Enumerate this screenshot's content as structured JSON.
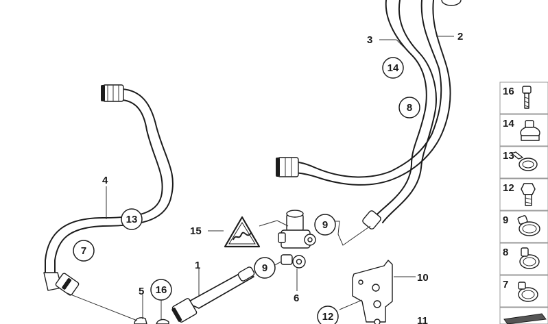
{
  "callouts": {
    "c1": "1",
    "c2": "2",
    "c3": "3",
    "c4": "4",
    "c5": "5",
    "c6": "6",
    "c7": "7",
    "c8": "8",
    "c9a": "9",
    "c9b": "9",
    "c10": "10",
    "c11": "11",
    "c12": "12",
    "c13": "13",
    "c14": "14",
    "c15": "15",
    "c16": "16"
  },
  "legend": [
    {
      "label": "16",
      "icon": "bolt-icon"
    },
    {
      "label": "14",
      "icon": "hose-clamp-icon"
    },
    {
      "label": "13",
      "icon": "hose-clamp-icon"
    },
    {
      "label": "12",
      "icon": "hex-bolt-icon"
    },
    {
      "label": "9",
      "icon": "hose-clamp-icon"
    },
    {
      "label": "8",
      "icon": "hose-clamp-icon"
    },
    {
      "label": "7",
      "icon": "hose-clamp-icon"
    },
    {
      "label": "",
      "icon": "gasket-icon"
    }
  ]
}
